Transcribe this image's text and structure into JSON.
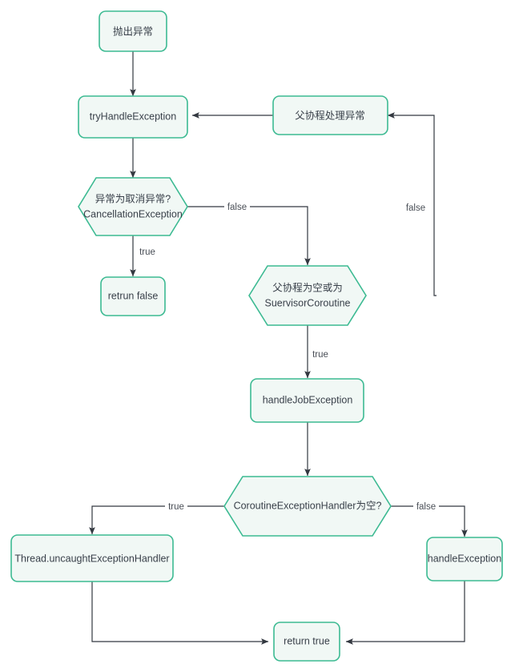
{
  "diagram": {
    "title": "Kotlin coroutine exception handling flowchart",
    "background_color": "#ffffff",
    "node_fill": "#f1f8f5",
    "node_stroke": "#3cba92",
    "edge_color": "#333840",
    "text_color": "#39404a",
    "nodes": [
      {
        "id": "throw",
        "shape": "rounded-rect",
        "label": "抛出异常",
        "lines": [
          "抛出异常"
        ]
      },
      {
        "id": "tryhandle",
        "shape": "rounded-rect",
        "label": "tryHandleException",
        "lines": [
          "tryHandleException"
        ]
      },
      {
        "id": "parenthandle",
        "shape": "rounded-rect",
        "label": "父协程处理异常",
        "lines": [
          "父协程处理异常"
        ]
      },
      {
        "id": "iscancel",
        "shape": "hexagon",
        "label": "异常为取消异常? CancellationException",
        "lines": [
          "异常为取消异常?",
          "CancellationException"
        ]
      },
      {
        "id": "returnfalse",
        "shape": "rounded-rect",
        "label": "retrun false",
        "lines": [
          "retrun false"
        ]
      },
      {
        "id": "issupervisor",
        "shape": "hexagon",
        "label": "父协程为空或为 SuervisorCoroutine",
        "lines": [
          "父协程为空或为",
          "SuervisorCoroutine"
        ]
      },
      {
        "id": "handlejob",
        "shape": "rounded-rect",
        "label": "handleJobException",
        "lines": [
          "handleJobException"
        ]
      },
      {
        "id": "ceh_null",
        "shape": "hexagon",
        "label": "CoroutineExceptionHandler为空?",
        "lines": [
          "CoroutineExceptionHandler为空?"
        ]
      },
      {
        "id": "threaduncaught",
        "shape": "rounded-rect",
        "label": "Thread.uncaughtExceptionHandler",
        "lines": [
          "Thread.uncaughtExceptionHandler"
        ]
      },
      {
        "id": "handleexc",
        "shape": "rounded-rect",
        "label": "handleException",
        "lines": [
          "handleException"
        ]
      },
      {
        "id": "returntrue",
        "shape": "rounded-rect",
        "label": "return true",
        "lines": [
          "return true"
        ]
      }
    ],
    "edges": [
      {
        "id": "e1",
        "from": "throw",
        "to": "tryhandle",
        "label": ""
      },
      {
        "id": "e2",
        "from": "parenthandle",
        "to": "tryhandle",
        "label": ""
      },
      {
        "id": "e3",
        "from": "tryhandle",
        "to": "iscancel",
        "label": ""
      },
      {
        "id": "e4",
        "from": "iscancel",
        "to": "returnfalse",
        "label": "true"
      },
      {
        "id": "e5",
        "from": "iscancel",
        "to": "issupervisor",
        "label": "false"
      },
      {
        "id": "e6",
        "from": "issupervisor",
        "to": "parenthandle",
        "label": "false"
      },
      {
        "id": "e7",
        "from": "issupervisor",
        "to": "handlejob",
        "label": "true"
      },
      {
        "id": "e8",
        "from": "handlejob",
        "to": "ceh_null",
        "label": ""
      },
      {
        "id": "e9",
        "from": "ceh_null",
        "to": "threaduncaught",
        "label": "true"
      },
      {
        "id": "e10",
        "from": "ceh_null",
        "to": "handleexc",
        "label": "false"
      },
      {
        "id": "e11",
        "from": "threaduncaught",
        "to": "returntrue",
        "label": ""
      },
      {
        "id": "e12",
        "from": "handleexc",
        "to": "returntrue",
        "label": ""
      }
    ]
  }
}
